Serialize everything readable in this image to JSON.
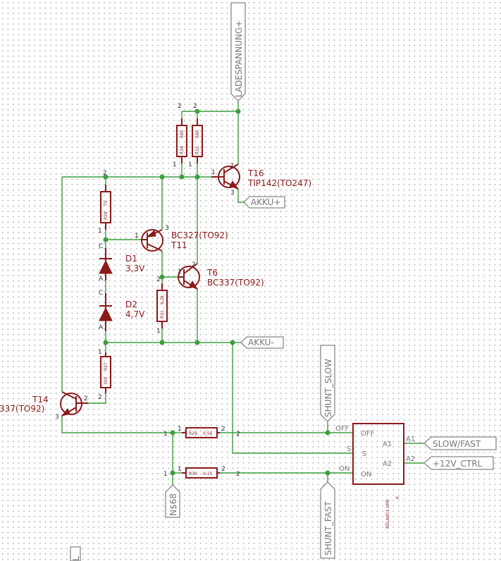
{
  "colors": {
    "wire": "#3e9e3e",
    "part": "#8b1a1a",
    "net_label": "#777777"
  },
  "nets": {
    "ladespannung": "LADESPANNUNG+",
    "akku_plus": "AKKU+",
    "akku_minus": "AKKU-",
    "shunt_slow": "SHUNT_SLOW",
    "shunt_fast": "SHUNT_FAST",
    "slow_fast": "SLOW/FAST",
    "ctrl": "+12V_CTRL",
    "n68": "N$68",
    "partial": "L"
  },
  "transistors": {
    "t16": {
      "name": "T16",
      "value": "TIP142(TO247)"
    },
    "t11": {
      "name": "T11",
      "value": "BC327(TO92)"
    },
    "t6": {
      "name": "T6",
      "value": "BC337(TO92)"
    },
    "t14": {
      "name": "T14",
      "value": "337(TO92)"
    }
  },
  "diodes": {
    "d1": {
      "name": "D1",
      "value": "3,3V"
    },
    "d2": {
      "name": "D2",
      "value": "4,7V"
    }
  },
  "resistors": {
    "r34": {
      "name": "R34",
      "value": "680"
    },
    "r32": {
      "name": "R32",
      "value": "680"
    },
    "r28": {
      "name": "R28",
      "value": "75"
    },
    "r31": {
      "name": "R31",
      "value": "6,2k"
    },
    "r27": {
      "name": "R27",
      "value": "100"
    },
    "r29": {
      "name": "R29",
      "value": "0,56"
    },
    "r30": {
      "name": "R30",
      "value": "0,15"
    }
  },
  "relay": {
    "name": "K",
    "value": "RELAIS(1-UM)",
    "pins": {
      "off": "OFF",
      "s": "S",
      "on": "ON",
      "a1": "A1",
      "a2": "A2"
    }
  },
  "pins": {
    "p1": "1",
    "p2": "2",
    "p3": "3",
    "c": "C",
    "a": "A",
    "s": "S"
  }
}
